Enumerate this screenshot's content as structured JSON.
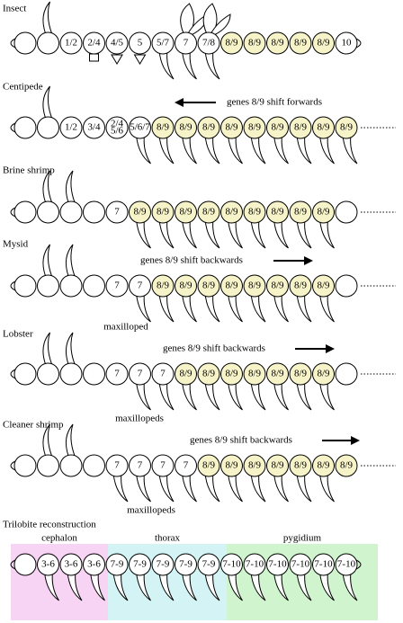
{
  "colors": {
    "plain": "#ffffff",
    "hox": "#f6f3c8",
    "cephalon": "#f7d4f3",
    "thorax": "#d3f3f4",
    "pygidium": "#d0f4ce",
    "stroke": "#000000"
  },
  "rows": [
    {
      "title": "Insect",
      "segments": [
        "",
        "",
        "1/2",
        "2/4",
        "4/5",
        "5",
        "5/7",
        "7",
        "7/8",
        "8/9",
        "8/9",
        "8/9",
        "8/9",
        "8/9",
        "10"
      ],
      "highlight": [
        9,
        10,
        11,
        12,
        13
      ],
      "antenna": [
        1
      ],
      "wings": [
        7,
        8
      ],
      "box_under": [
        3
      ],
      "triangles_under": [
        4,
        5
      ],
      "legs": [
        6,
        7,
        8
      ],
      "end": "tail"
    },
    {
      "title": "Centipede",
      "note": "genes 8/9 shift forwards",
      "arrow": "left",
      "segments": [
        "",
        "",
        "1/2",
        "3/4",
        "2/4\n5/6",
        "5/6/7",
        "8/9",
        "8/9",
        "8/9",
        "8/9",
        "8/9",
        "8/9",
        "8/9",
        "8/9",
        "8/9"
      ],
      "highlight": [
        6,
        7,
        8,
        9,
        10,
        11,
        12,
        13,
        14
      ],
      "antenna": [
        1
      ],
      "legs": [
        5,
        6,
        7,
        8,
        9,
        10,
        11,
        12,
        13,
        14
      ],
      "end": "dots"
    },
    {
      "title": "Brine shrimp",
      "segments": [
        "",
        "",
        "",
        "",
        "7",
        "8/9",
        "8/9",
        "8/9",
        "8/9",
        "8/9",
        "8/9",
        "8/9",
        "8/9",
        "8/9",
        ""
      ],
      "highlight": [
        5,
        6,
        7,
        8,
        9,
        10,
        11,
        12,
        13
      ],
      "antenna": [
        1,
        2
      ],
      "legs": [
        5,
        6,
        7,
        8,
        9,
        10,
        11,
        12,
        13
      ],
      "end": "dots"
    },
    {
      "title": "Mysid",
      "note": "genes 8/9 shift backwards",
      "arrow": "right",
      "segments": [
        "",
        "",
        "",
        "",
        "7",
        "7",
        "8/9",
        "8/9",
        "8/9",
        "8/9",
        "8/9",
        "8/9",
        "8/9",
        "8/9",
        ""
      ],
      "highlight": [
        6,
        7,
        8,
        9,
        10,
        11,
        12,
        13
      ],
      "antenna": [
        1,
        2
      ],
      "legs": [
        5,
        6,
        7,
        8,
        9,
        10,
        11,
        12,
        13
      ],
      "end": "dots",
      "sublabel": "maxilloped"
    },
    {
      "title": "Lobster",
      "note": "genes 8/9 shift backwards",
      "arrow": "right",
      "segments": [
        "",
        "",
        "",
        "",
        "7",
        "7",
        "7",
        "8/9",
        "8/9",
        "8/9",
        "8/9",
        "8/9",
        "8/9",
        "8/9",
        ""
      ],
      "highlight": [
        7,
        8,
        9,
        10,
        11,
        12,
        13
      ],
      "antenna": [
        1,
        2
      ],
      "legs": [
        5,
        6,
        7,
        8,
        9,
        10,
        11,
        12,
        13
      ],
      "end": "dots",
      "sublabel": "maxillopeds"
    },
    {
      "title": "Cleaner shrimp",
      "note": "genes 8/9 shift backwards",
      "arrow": "right",
      "segments": [
        "",
        "",
        "",
        "",
        "7",
        "7",
        "7",
        "7",
        "8/9",
        "8/9",
        "8/9",
        "8/9",
        "8/9",
        "8/9",
        "8/9"
      ],
      "highlight": [
        8,
        9,
        10,
        11,
        12,
        13,
        14
      ],
      "antenna": [
        1,
        2
      ],
      "legs": [
        4,
        5,
        6,
        7,
        8,
        9,
        10,
        11,
        12,
        13
      ],
      "end": "dots",
      "sublabel": "maxillopeds"
    },
    {
      "title": "Trilobite reconstruction",
      "segments": [
        "",
        "3-6",
        "3-6",
        "3-6",
        "7-9",
        "7-9",
        "7-9",
        "7-9",
        "7-9",
        "7-10",
        "7-10",
        "7-10",
        "7-10",
        "7-10",
        "7-10"
      ],
      "highlight": [],
      "antenna": [],
      "legs": [
        1,
        2,
        3,
        4,
        5,
        6,
        7,
        8,
        9,
        10,
        11,
        12,
        13,
        14
      ],
      "end": "tail",
      "regions": [
        {
          "name": "cephalon",
          "color": "cephalon"
        },
        {
          "name": "thorax",
          "color": "thorax"
        },
        {
          "name": "pygidium",
          "color": "pygidium"
        }
      ]
    }
  ]
}
